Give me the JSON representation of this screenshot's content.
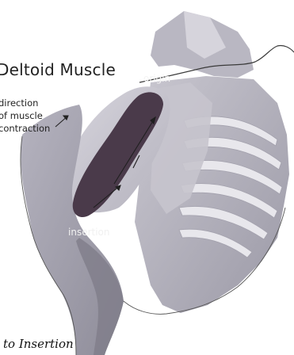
{
  "diagram": {
    "title": "Deltoid Muscle",
    "origin_label": "origin",
    "direction_label": "direction\nof muscle\ncontraction",
    "insertion_label": "insertion",
    "caption": "to Insertion"
  },
  "colors": {
    "muscle_dark": "#4a3a4a",
    "bone_light": "#d4d2da",
    "shadow": "#8f8d99"
  }
}
